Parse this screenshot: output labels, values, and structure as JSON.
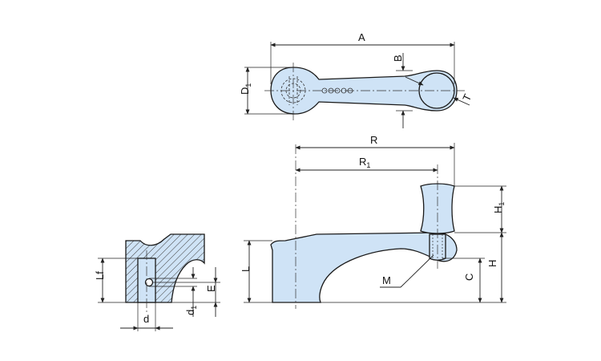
{
  "colors": {
    "part_fill": "#cfe3f6",
    "hatch": "#444444",
    "line": "#1a1a1a"
  },
  "top_view": {
    "dims": {
      "a": "A",
      "b": "B",
      "d1": "D",
      "d1_sub": "1",
      "t": "T"
    }
  },
  "front_view": {
    "dims": {
      "r": "R",
      "r1": "R",
      "r1_sub": "1",
      "h1": "H",
      "h1_sub": "1",
      "h": "H",
      "c": "C",
      "l": "L",
      "m": "M"
    }
  },
  "section_view": {
    "dims": {
      "lf": "Lf",
      "d": "d",
      "d1": "d",
      "d1_sub": "1",
      "e": "E"
    }
  }
}
